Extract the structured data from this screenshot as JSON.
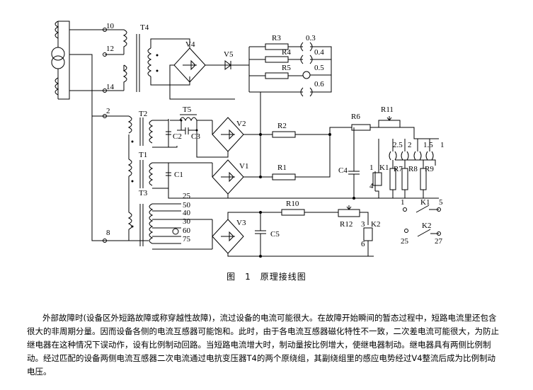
{
  "figure": {
    "caption": "图　1　原理接线图",
    "terminals": {
      "t10": "10",
      "t12": "12",
      "t14": "14",
      "t2": "2",
      "t8": "8",
      "t25": "25",
      "t50": "50",
      "t40": "40",
      "t30": "30",
      "t60": "60",
      "t75": "75",
      "k1_1": "1",
      "k1_4": "4",
      "k1_1b": "1",
      "k1_5": "5",
      "k2_3": "3",
      "k2_6": "6",
      "k2_25": "25",
      "k2_27": "27",
      "tap_25": "2.5",
      "tap_2": "2",
      "tap_15": "1.5",
      "tap_1": "1",
      "tap_03": "0.3",
      "tap_04": "0.4",
      "tap_05": "0.5",
      "tap_06": "0.6"
    },
    "components": {
      "T4": "T4",
      "T5": "T5",
      "T2": "T2",
      "T1": "T1",
      "T3": "T3",
      "V4": "V4",
      "V5": "V5",
      "V2": "V2",
      "V1": "V1",
      "V3": "V3",
      "R3": "R3",
      "R4": "R4",
      "R5": "R5",
      "R6": "R6",
      "R11": "R11",
      "R2": "R2",
      "R1": "R1",
      "R7": "R7",
      "R8": "R8",
      "R9": "R9",
      "R10": "R10",
      "R12": "R12",
      "C2": "C2",
      "C3": "C3",
      "C1": "C1",
      "C4": "C4",
      "C5": "C5",
      "K1a": "K1",
      "K1b": "K1",
      "K2a": "K2",
      "K2b": "K2"
    }
  },
  "description": "外部故障时(设备区外短路故障或称穿越性故障)，流过设备的电流可能很大。在故障开始瞬间的暂态过程中，短路电流里还包含很大的非周期分量。因而设备各侧的电流互感器可能饱和。此时，由于各电流互感器磁化特性不一致，二次差电流可能很大，为防止继电器在这种情况下误动作，设有比例制动回路。当短路电流增大时，制动量按比例增大，使继电器制动。继电器具有两侧比例制动。经过匹配的设备两侧电流互感器二次电流通过电抗变压器T4的两个原绕组，其副绕组里的感应电势经过V4整流后成为比例制动电压。"
}
